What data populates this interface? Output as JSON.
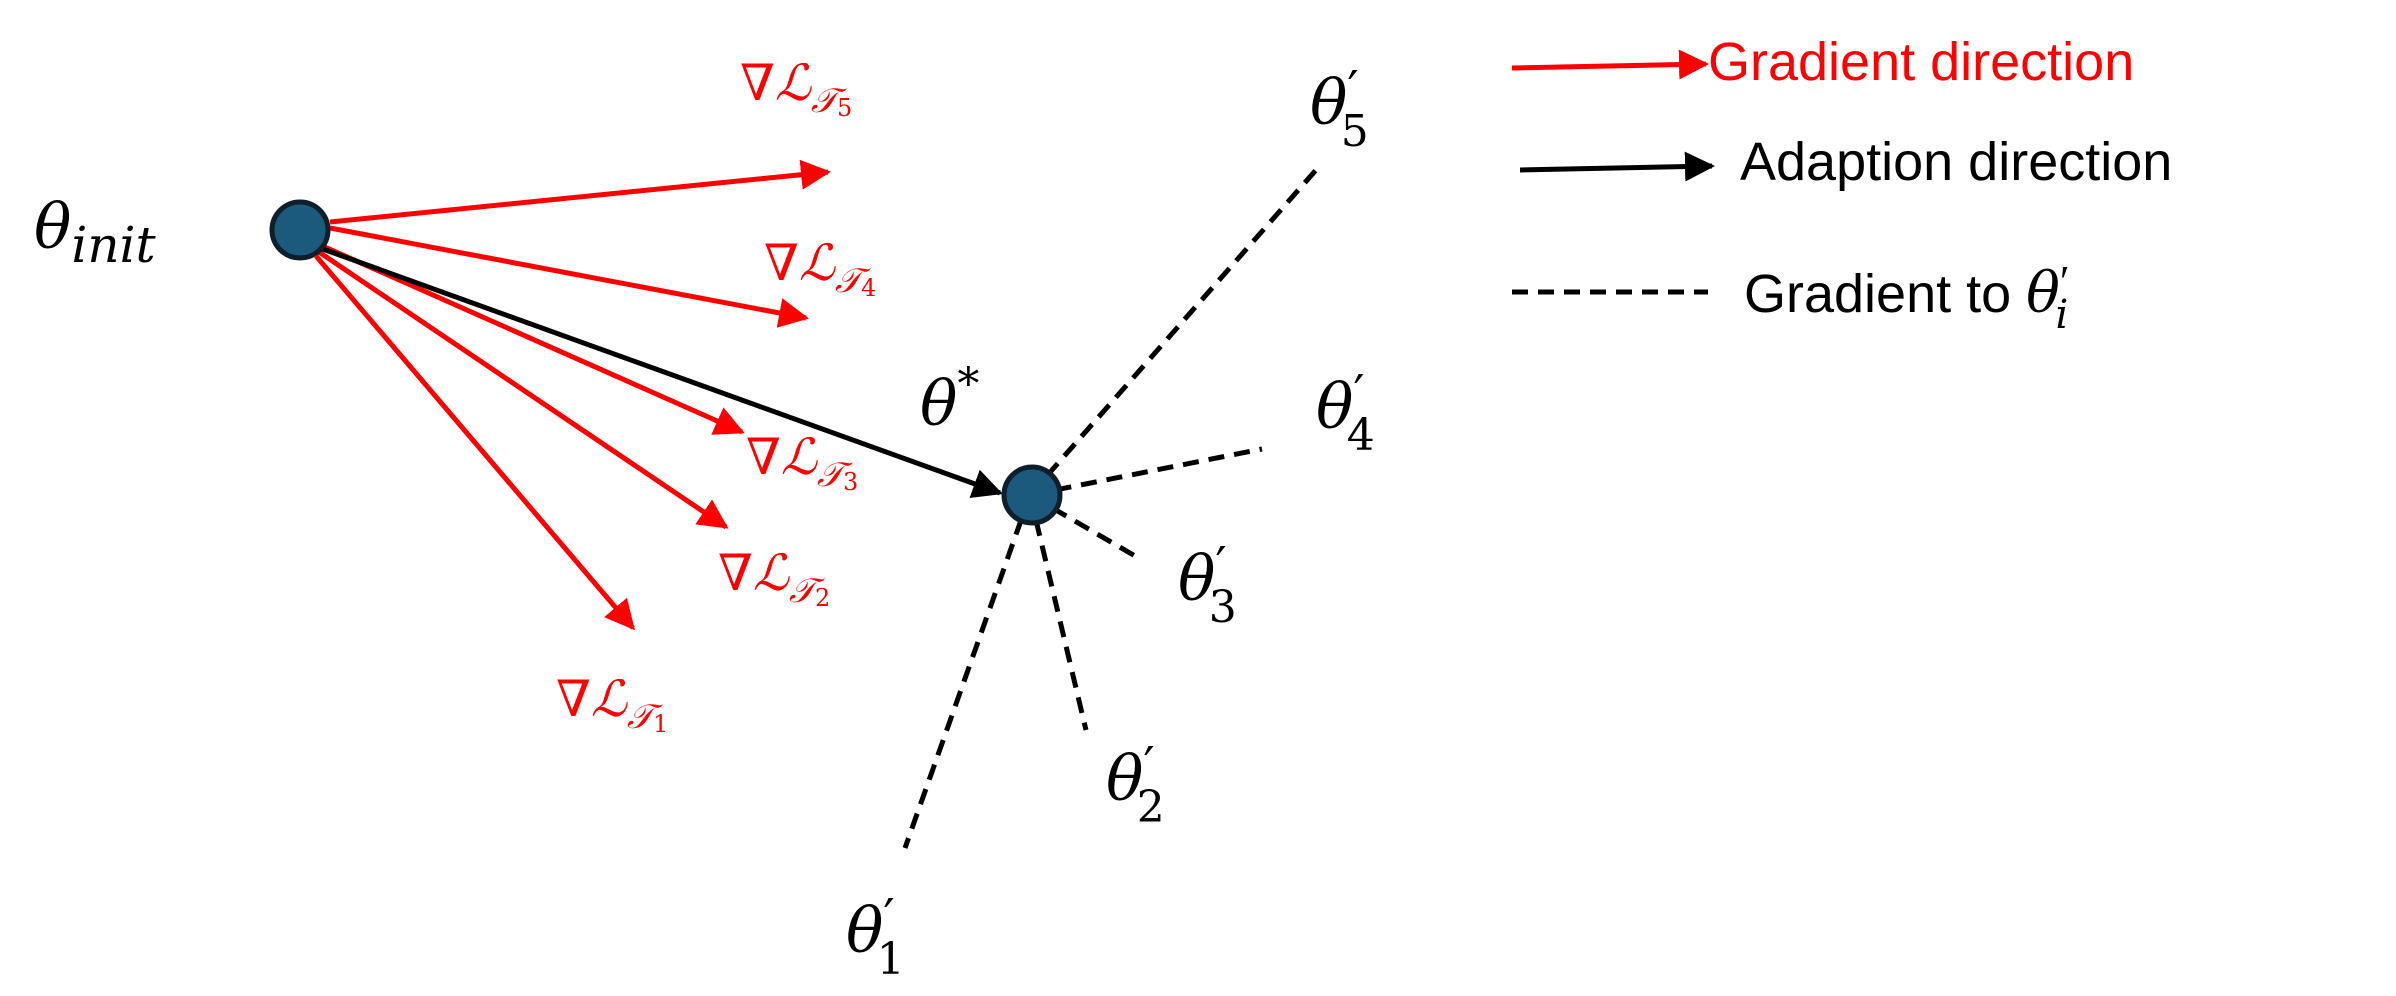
{
  "colors": {
    "gradient": "#ff0000",
    "adaption": "#000000",
    "node_fill": "#1b5a7c",
    "node_stroke": "#0e1e2a"
  },
  "nodes": {
    "init": {
      "name": "θ",
      "sub": "init"
    },
    "star": {
      "name": "θ",
      "sup": "*"
    }
  },
  "gradient_labels": [
    {
      "nabla": "∇",
      "loss": "ℒ",
      "task": "𝒯",
      "index": "5"
    },
    {
      "nabla": "∇",
      "loss": "ℒ",
      "task": "𝒯",
      "index": "4"
    },
    {
      "nabla": "∇",
      "loss": "ℒ",
      "task": "𝒯",
      "index": "3"
    },
    {
      "nabla": "∇",
      "loss": "ℒ",
      "task": "𝒯",
      "index": "2"
    },
    {
      "nabla": "∇",
      "loss": "ℒ",
      "task": "𝒯",
      "index": "1"
    }
  ],
  "targets": [
    {
      "name": "θ",
      "prime": "′",
      "index": "5"
    },
    {
      "name": "θ",
      "prime": "′",
      "index": "4"
    },
    {
      "name": "θ",
      "prime": "′",
      "index": "3"
    },
    {
      "name": "θ",
      "prime": "′",
      "index": "2"
    },
    {
      "name": "θ",
      "prime": "′",
      "index": "1"
    }
  ],
  "legend": {
    "gradient_label": "Gradient direction",
    "adaption_label": "Adaption direction",
    "dashed_label": "Gradient to ",
    "dashed_symbol": {
      "name": "θ",
      "prime": "′",
      "index": "i"
    }
  }
}
